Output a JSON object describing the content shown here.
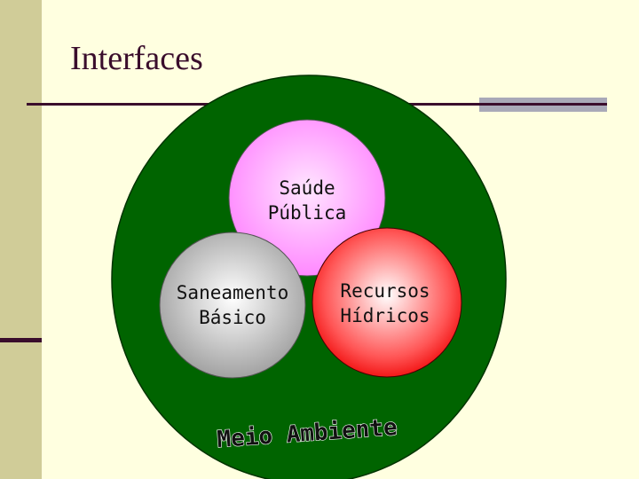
{
  "title": "Interfaces",
  "colors": {
    "background": "#ffffe0",
    "sidebar": "#d0cc98",
    "accent_line": "#3a0d2c",
    "outer_circle": "#006400",
    "saude_fill": "#ff99ff",
    "saneamento_fill": "#a8a8a8",
    "recursos_fill": "#ff1a1a"
  },
  "diagram": {
    "outer": {
      "label": "Meio Ambiente"
    },
    "saude": {
      "line1": "Saúde",
      "line2": "Pública"
    },
    "saneamento": {
      "line1": "Saneamento",
      "line2": "Básico"
    },
    "recursos": {
      "line1": "Recursos",
      "line2": "Hídricos"
    }
  }
}
